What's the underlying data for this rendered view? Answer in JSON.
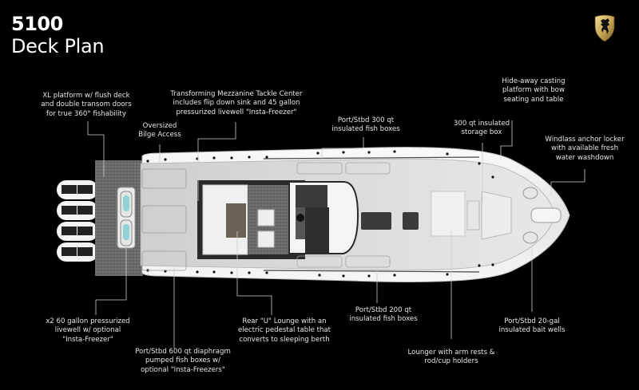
{
  "header": {
    "model": "5100",
    "subtitle": "Deck Plan"
  },
  "logo": {
    "icon": "shield-horse-logo-icon",
    "colors": {
      "gold_light": "#e6cf8a",
      "gold_dark": "#8a6a2a"
    }
  },
  "colors": {
    "background": "#000000",
    "text": "#e6e6e6",
    "leader_line": "#cfcfcf",
    "hull": "#f2f2f2",
    "deck": "#d9d9d9",
    "nonskid": "#6b6b6b",
    "console_dark": "#2b2b2b",
    "livewell_water": "#8fd3d6"
  },
  "callouts": {
    "platform": {
      "lines": [
        "XL platform w/ flush deck",
        "and double transom doors",
        "for true 360° fishability"
      ]
    },
    "bilge": {
      "lines": [
        "Oversized",
        "Bilge Access"
      ]
    },
    "mezzanine": {
      "lines": [
        "Transforming Mezzanine Tackle Center",
        "includes flip down sink and 45 gallon",
        "pressurized livewell \"Insta-Freezer\""
      ]
    },
    "fishbox300": {
      "lines": [
        "Port/Stbd 300 qt",
        "insulated fish boxes"
      ]
    },
    "storage300": {
      "lines": [
        "300 qt insulated",
        "storage box"
      ]
    },
    "casting": {
      "lines": [
        "Hide-away casting",
        "platform with bow",
        "seating and table"
      ]
    },
    "windlass": {
      "lines": [
        "Windlass anchor locker",
        "with available fresh",
        "water washdown"
      ]
    },
    "livewell": {
      "lines": [
        "x2 60 gallon pressurized",
        "livewell w/ optional",
        "\"Insta-Freezer\""
      ]
    },
    "fishbox600": {
      "lines": [
        "Port/Stbd 600 qt diaphragm",
        "pumped fish boxes w/",
        "optional \"Insta-Freezers\""
      ]
    },
    "lounge": {
      "lines": [
        "Rear \"U\" Lounge with an",
        "electric pedestal table that",
        "converts to sleeping berth"
      ]
    },
    "fishbox200": {
      "lines": [
        "Port/Stbd 200 qt",
        "insulated fish boxes"
      ]
    },
    "lounger": {
      "lines": [
        "Lounger with arm rests &",
        "rod/cup holders"
      ]
    },
    "baitwells": {
      "lines": [
        "Port/Stbd 20-gal",
        "insulated bait wells"
      ]
    }
  },
  "engines": {
    "count": 4
  }
}
